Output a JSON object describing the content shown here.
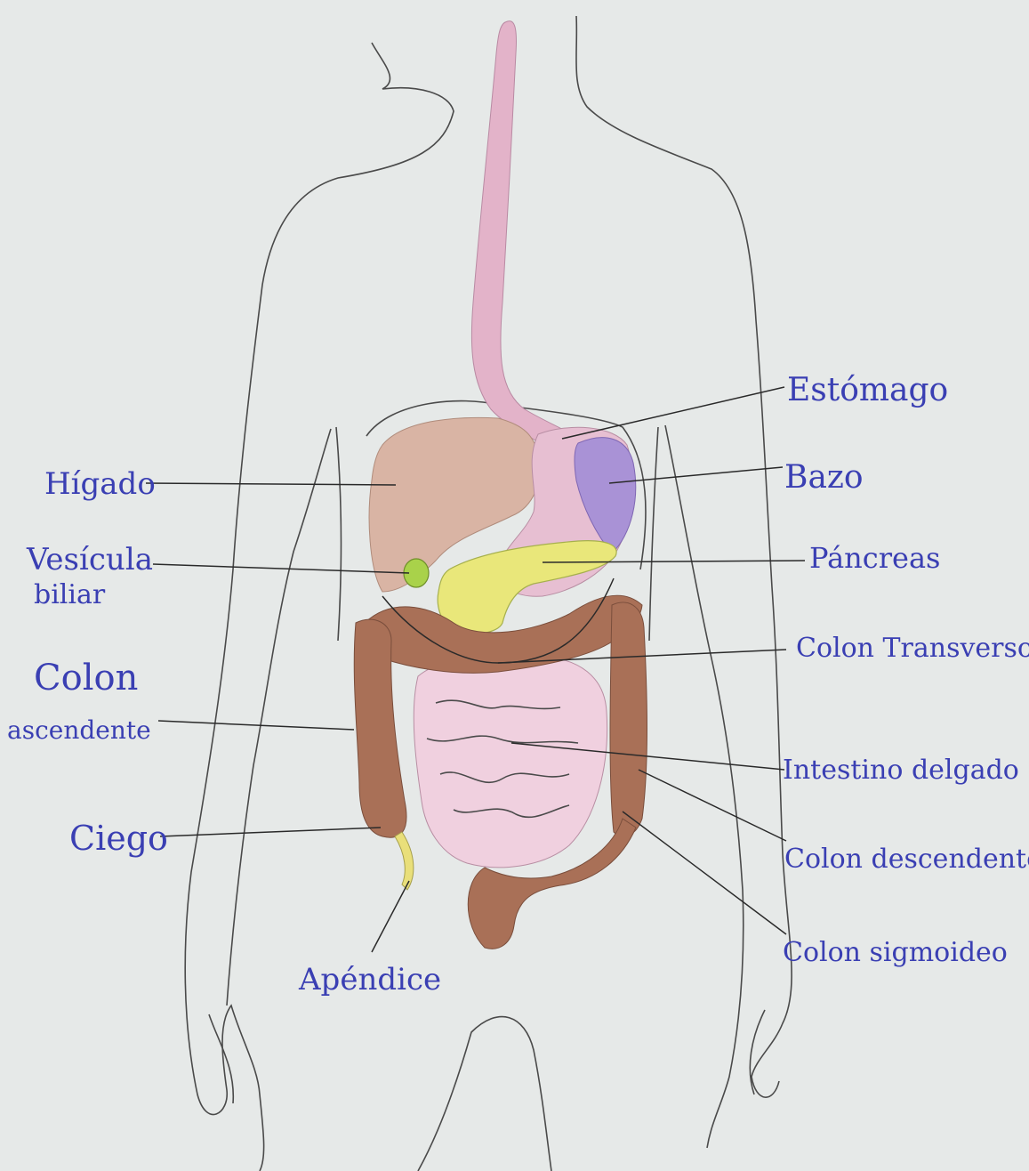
{
  "labels": {
    "higado": "Hígado",
    "vesicula_1": "Vesícula",
    "vesicula_2": "biliar",
    "colon_asc_1": "Colon",
    "colon_asc_2": "ascendente",
    "ciego": "Ciego",
    "apendice": "Apéndice",
    "estomago": "Estómago",
    "bazo": "Bazo",
    "pancreas": "Páncreas",
    "colon_transverso": "Colon Transverso",
    "intestino_delgado": "Intestino delgado",
    "colon_descendente": "Colon descendente",
    "colon_sigmoideo": "Colon sigmoideo"
  },
  "colors": {
    "paper": "#e6e9e8",
    "ink_label": "#3a3fb3",
    "esophagus": "#e3b3c9",
    "liver": "#d9b4a4",
    "stomach": "#e7bfd2",
    "spleen": "#a992d6",
    "pancreas": "#e9e77a",
    "gallbladder": "#a9d24a",
    "colon": "#a97057",
    "small_intestine": "#f0d0df",
    "appendix": "#e9df7a"
  }
}
